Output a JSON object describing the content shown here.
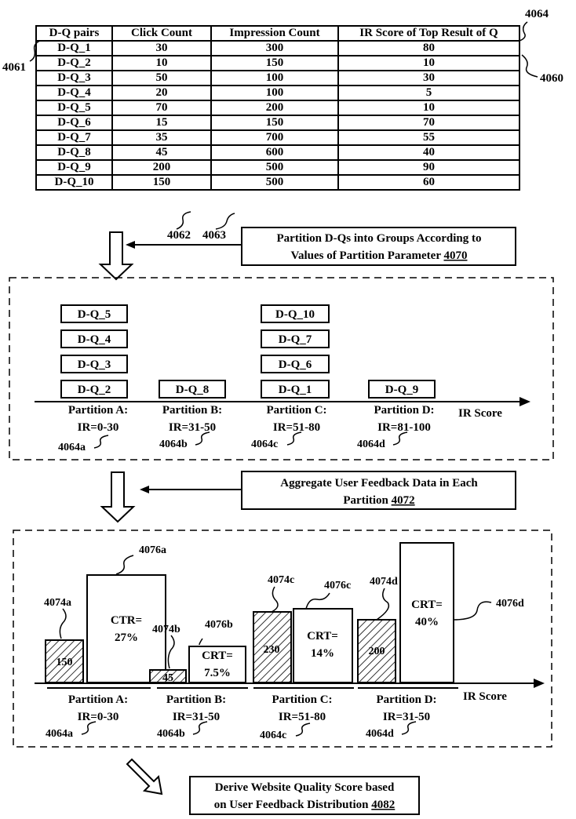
{
  "table": {
    "headers": [
      "D-Q pairs",
      "Click Count",
      "Impression Count",
      "IR Score of Top Result of Q"
    ],
    "rows": [
      [
        "D-Q_1",
        "30",
        "300",
        "80"
      ],
      [
        "D-Q_2",
        "10",
        "150",
        "10"
      ],
      [
        "D-Q_3",
        "50",
        "100",
        "30"
      ],
      [
        "D-Q_4",
        "20",
        "100",
        "5"
      ],
      [
        "D-Q_5",
        "70",
        "200",
        "10"
      ],
      [
        "D-Q_6",
        "15",
        "150",
        "70"
      ],
      [
        "D-Q_7",
        "35",
        "700",
        "55"
      ],
      [
        "D-Q_8",
        "45",
        "600",
        "40"
      ],
      [
        "D-Q_9",
        "200",
        "500",
        "90"
      ],
      [
        "D-Q_10",
        "150",
        "500",
        "60"
      ]
    ]
  },
  "refs": {
    "r4060": "4060",
    "r4061": "4061",
    "r4062": "4062",
    "r4063": "4063",
    "r4064": "4064",
    "r4064a": "4064a",
    "r4064b": "4064b",
    "r4064c": "4064c",
    "r4064d": "4064d",
    "r4074a": "4074a",
    "r4074b": "4074b",
    "r4074c": "4074c",
    "r4074d": "4074d",
    "r4076a": "4076a",
    "r4076b": "4076b",
    "r4076c": "4076c",
    "r4076d": "4076d"
  },
  "step1": {
    "line1": "Partition D-Qs into Groups According to",
    "line2_text": "Values of Partition Parameter ",
    "line2_ref": "4070"
  },
  "step2": {
    "line1": "Aggregate User Feedback Data in Each",
    "line2_text": "Partition ",
    "line2_ref": "4072"
  },
  "step3": {
    "line1": "Derive Website Quality Score based",
    "line2_text": "on User Feedback Distribution ",
    "line2_ref": "4082"
  },
  "partition_groups": {
    "a": [
      "D-Q_5",
      "D-Q_4",
      "D-Q_3",
      "D-Q_2"
    ],
    "b": [
      "D-Q_8"
    ],
    "c": [
      "D-Q_10",
      "D-Q_7",
      "D-Q_6",
      "D-Q_1"
    ],
    "d": [
      "D-Q_9"
    ]
  },
  "axis_label": "IR Score",
  "partitions_top": [
    {
      "name": "Partition A:",
      "range": "IR=0-30"
    },
    {
      "name": "Partition B:",
      "range": "IR=31-50"
    },
    {
      "name": "Partition C:",
      "range": "IR=51-80"
    },
    {
      "name": "Partition D:",
      "range": "IR=81-100"
    }
  ],
  "partitions_bottom": [
    {
      "name": "Partition A:",
      "range": "IR=0-30"
    },
    {
      "name": "Partition B:",
      "range": "IR=31-50"
    },
    {
      "name": "Partition C:",
      "range": "IR=51-80"
    },
    {
      "name": "Partition D:",
      "range": "IR=31-50"
    }
  ],
  "bars": [
    {
      "clicks": "150",
      "rate_label": "CTR=",
      "rate_value": "27%"
    },
    {
      "clicks": "45",
      "rate_label": "CRT=",
      "rate_value": "7.5%"
    },
    {
      "clicks": "230",
      "rate_label": "CRT=",
      "rate_value": "14%"
    },
    {
      "clicks": "200",
      "rate_label": "CRT=",
      "rate_value": "40%"
    }
  ],
  "colors": {
    "line": "#000000",
    "background": "#ffffff"
  }
}
